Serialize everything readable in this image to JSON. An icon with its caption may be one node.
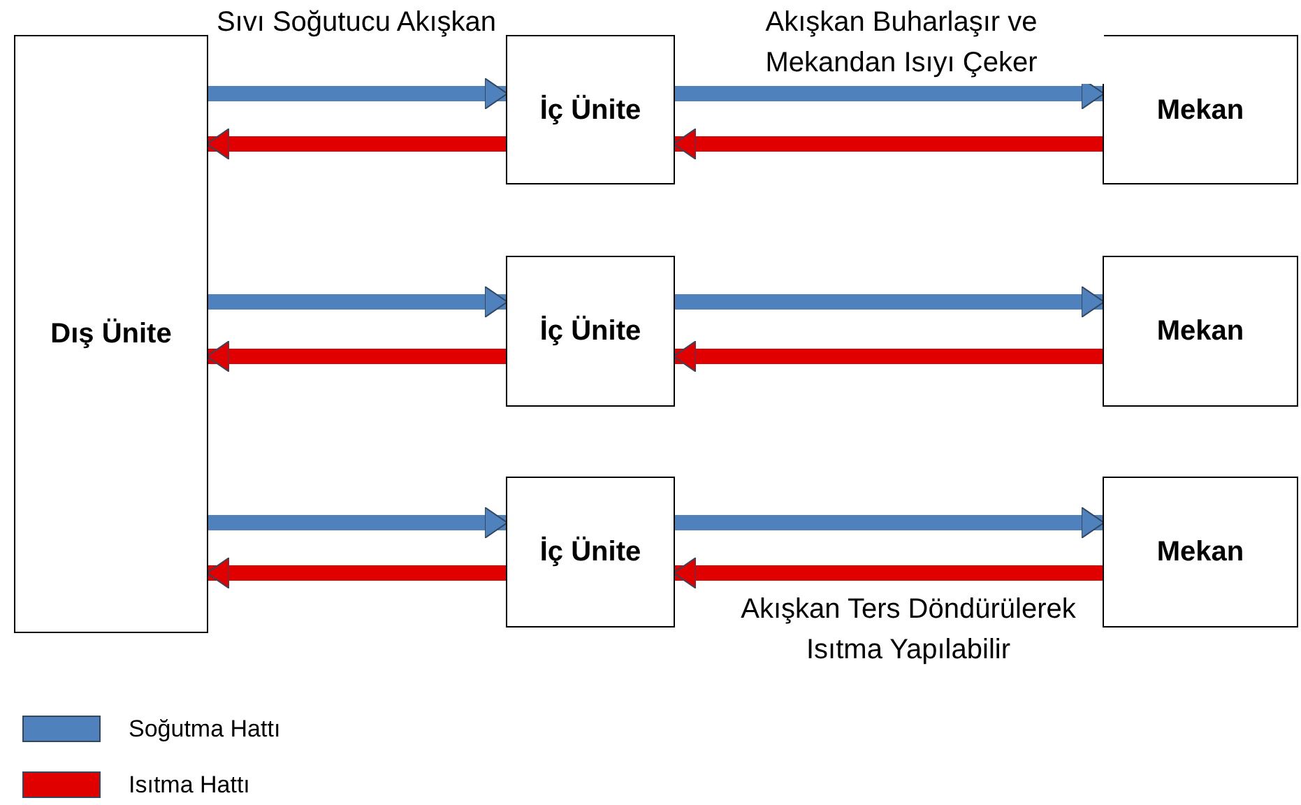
{
  "diagram": {
    "nodes": [
      {
        "text": [
          "Dış Ünite"
        ]
      },
      {
        "text": [
          "İç Ünite"
        ]
      },
      {
        "text": [
          "İç Ünite"
        ]
      },
      {
        "text": [
          "İç Ünite"
        ]
      },
      {
        "text": [
          "Mekan"
        ]
      },
      {
        "text": [
          "Mekan"
        ]
      },
      {
        "text": [
          "Mekan"
        ]
      }
    ],
    "edges": [
      {
        "from": 0,
        "to": 1,
        "arrow": "to",
        "color": "#4f81bd",
        "label": "Sıvı Soğutucu Akışkan"
      },
      {
        "from": 1,
        "to": 0,
        "arrow": "to",
        "color": "#e00000"
      },
      {
        "from": 1,
        "to": 4,
        "arrow": "to",
        "color": "#4f81bd",
        "label": "Akışkan Buharlaşır ve Mekandan Isıyı Çeker"
      },
      {
        "from": 4,
        "to": 1,
        "arrow": "to",
        "color": "#e00000"
      },
      {
        "from": 0,
        "to": 2,
        "arrow": "to",
        "color": "#4f81bd"
      },
      {
        "from": 2,
        "to": 0,
        "arrow": "to",
        "color": "#e00000"
      },
      {
        "from": 2,
        "to": 5,
        "arrow": "to",
        "color": "#4f81bd"
      },
      {
        "from": 5,
        "to": 2,
        "arrow": "to",
        "color": "#e00000"
      },
      {
        "from": 0,
        "to": 3,
        "arrow": "to",
        "color": "#4f81bd"
      },
      {
        "from": 3,
        "to": 0,
        "arrow": "to",
        "color": "#e00000"
      },
      {
        "from": 3,
        "to": 6,
        "arrow": "to",
        "color": "#4f81bd"
      },
      {
        "from": 6,
        "to": 3,
        "arrow": "to",
        "color": "#e00000",
        "label": "Akışkan Ters Döndürülerek Isıtma Yapılabilir"
      }
    ],
    "legend": [
      {
        "text": "Soğutma Hattı",
        "color": "#4f81bd"
      },
      {
        "text": "Isıtma Hattı",
        "color": "#e00000"
      }
    ]
  }
}
